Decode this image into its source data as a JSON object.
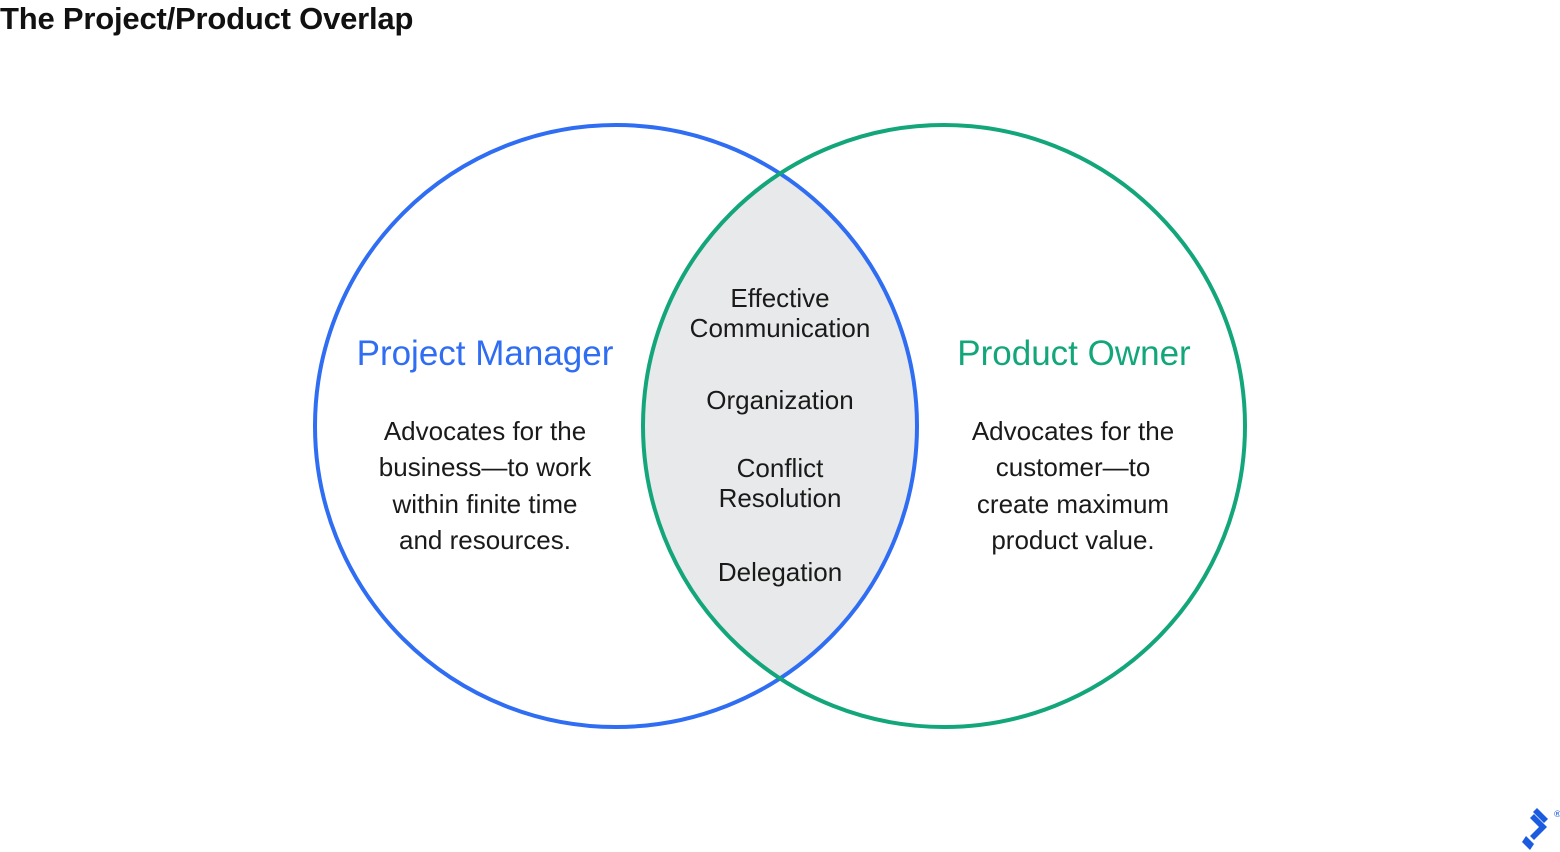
{
  "title": "The Project/Product Overlap",
  "colors": {
    "left_accent": "#2f6df3",
    "right_accent": "#13a67a",
    "overlap_fill": "#e8e9ea",
    "logo": "#1a5be0"
  },
  "left": {
    "heading": "Project Manager",
    "description_lines": [
      "Advocates for the",
      "business—to work",
      "within finite time",
      "and resources."
    ]
  },
  "right": {
    "heading": "Product Owner",
    "description_lines": [
      "Advocates for the",
      "customer—to",
      "create maximum",
      "product value."
    ]
  },
  "overlap": {
    "items": [
      {
        "lines": [
          "Effective",
          "Communication"
        ]
      },
      {
        "lines": [
          "Organization"
        ]
      },
      {
        "lines": [
          "Conflict",
          "Resolution"
        ]
      },
      {
        "lines": [
          "Delegation"
        ]
      }
    ]
  },
  "logo": {
    "icon": "toptal-logo-icon",
    "mark": "®"
  }
}
